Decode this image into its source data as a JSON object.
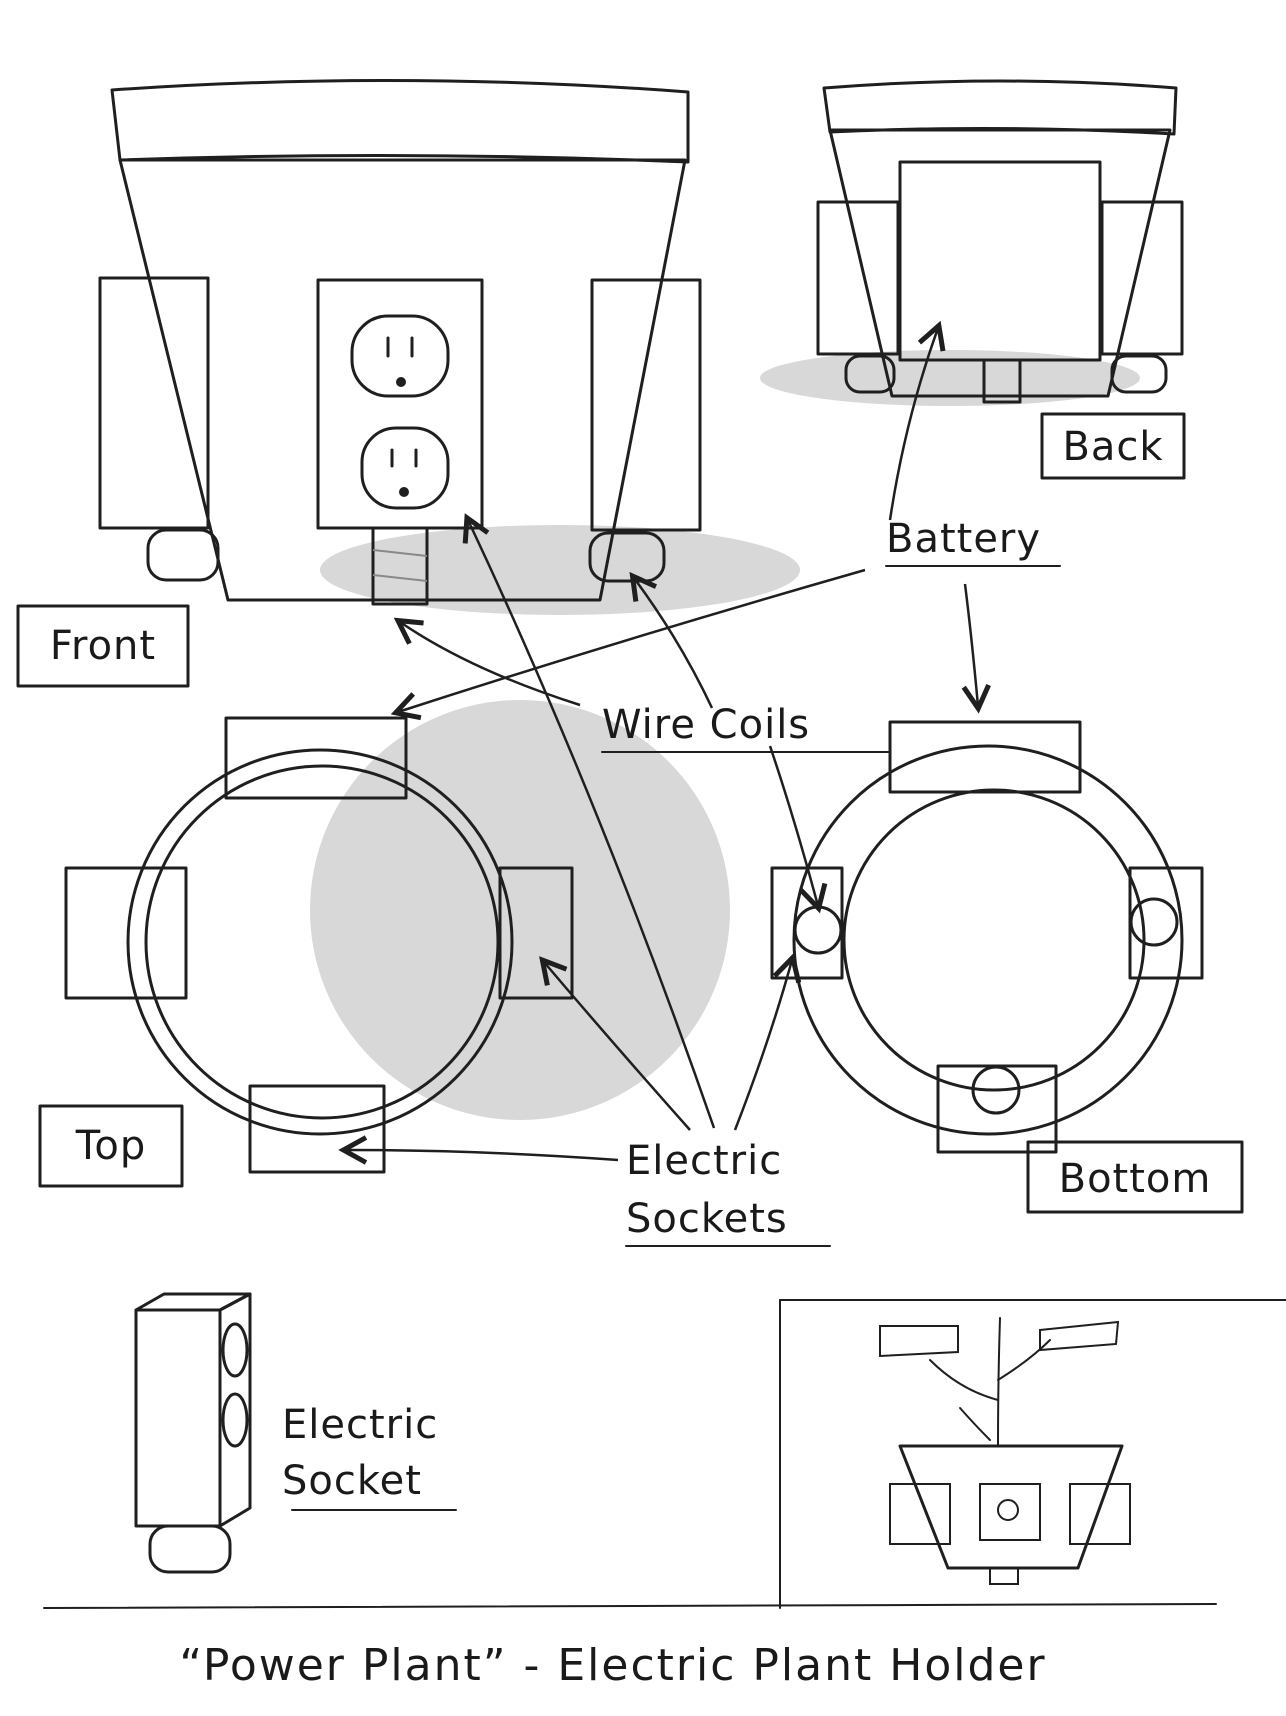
{
  "labels": {
    "front": "Front",
    "back": "Back",
    "top": "Top",
    "bottom": "Bottom",
    "battery": "Battery",
    "wire_coils": "Wire Coils",
    "electric_sockets_line1": "Electric",
    "electric_sockets_line2": "Sockets",
    "electric_socket_line1": "Electric",
    "electric_socket_line2": "Socket"
  },
  "caption": "“Power Plant” - Electric Plant Holder",
  "colors": {
    "ink": "#1f1f1f",
    "light_fill": "#e6e6e6",
    "mid_fill": "#cfcfcf",
    "dark_fill": "#555555",
    "shadow": "#d4d4d4"
  }
}
